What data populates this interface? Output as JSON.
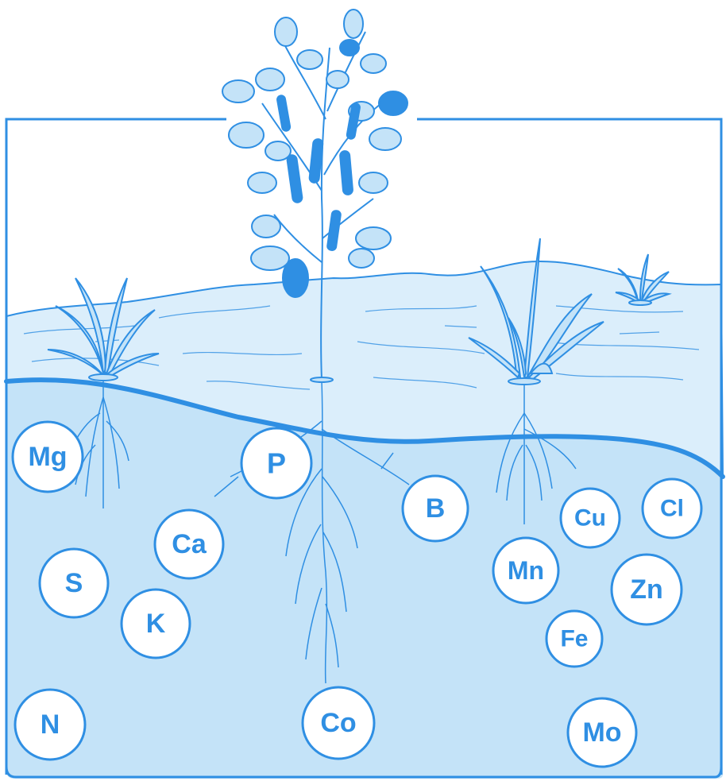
{
  "colors": {
    "line": "#2f8fe3",
    "soil_fill": "#dbeefb",
    "subsoil_fill": "#c4e3f8",
    "background": "#ffffff",
    "circle_fill": "#ffffff"
  },
  "nutrients": [
    {
      "id": "mg",
      "label": "Mg"
    },
    {
      "id": "p",
      "label": "P"
    },
    {
      "id": "b",
      "label": "B"
    },
    {
      "id": "cu",
      "label": "Cu"
    },
    {
      "id": "cl",
      "label": "Cl"
    },
    {
      "id": "ca",
      "label": "Ca"
    },
    {
      "id": "s",
      "label": "S"
    },
    {
      "id": "mn",
      "label": "Mn"
    },
    {
      "id": "zn",
      "label": "Zn"
    },
    {
      "id": "k",
      "label": "K"
    },
    {
      "id": "fe",
      "label": "Fe"
    },
    {
      "id": "n",
      "label": "N"
    },
    {
      "id": "co",
      "label": "Co"
    },
    {
      "id": "mo",
      "label": "Mo"
    }
  ],
  "plants": [
    {
      "id": "grass-left",
      "kind": "grass"
    },
    {
      "id": "soybean",
      "kind": "legume"
    },
    {
      "id": "corn-seedling",
      "kind": "seedling"
    },
    {
      "id": "small-seedling",
      "kind": "seedling"
    }
  ]
}
